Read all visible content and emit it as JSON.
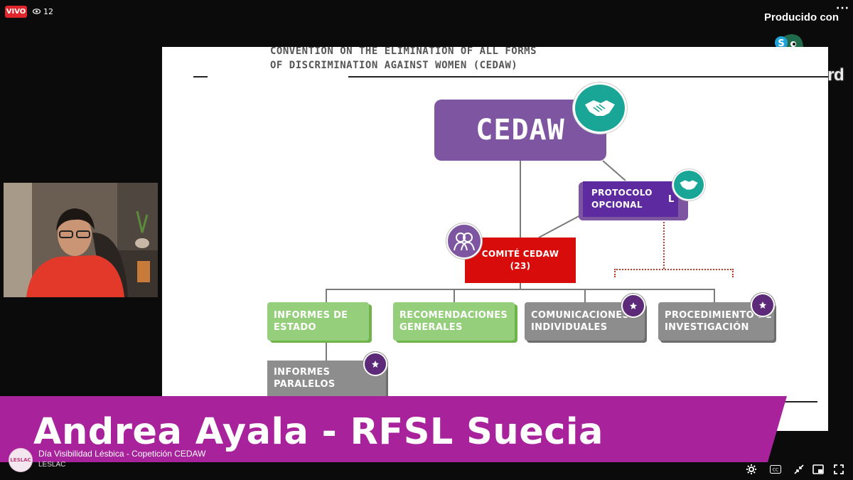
{
  "live": {
    "badge_label": "VIVO",
    "viewer_count": "12"
  },
  "branding": {
    "produced_by_label": "Producido con",
    "streamyard_wordmark": "StreamYard"
  },
  "slide": {
    "title_line1": "CONVENTION ON THE ELIMINATION OF ALL FORMS",
    "title_line2": "OF DISCRIMINATION AGAINST WOMEN (CEDAW)",
    "cedaw_label": "CEDAW",
    "protocolo_line1": "PROTOCOLO",
    "protocolo_line2": "OPCIONAL",
    "protocolo_suffix": "L",
    "comite_line1": "COMITÉ CEDAW",
    "comite_line2": "(23)",
    "leaves": {
      "informes_estado": [
        "INFORMES DE",
        "ESTADO"
      ],
      "recomendaciones": [
        "RECOMENDACIONES",
        "GENERALES"
      ],
      "comunicaciones": [
        "COMUNICACIONES",
        "INDIVIDUALES"
      ],
      "procedimiento": [
        "PROCEDIMIENTO DE",
        "INVESTIGACIÓN"
      ],
      "informes_paralelos": [
        "INFORMES",
        "PARALELOS"
      ]
    }
  },
  "banner": {
    "speaker_name": "Andrea Ayala - RFSL Suecia",
    "stream_title": "Día Visibilidad Lésbica - Copetición CEDAW",
    "channel_name": "LESLAC",
    "avatar_text": "LESLAC"
  },
  "controls": [
    "settings-icon",
    "captions-icon",
    "collapse-icon",
    "picture-in-picture-icon",
    "fullscreen-icon"
  ],
  "colors": {
    "live_red": "#e0262d",
    "cedaw_purple": "#7d55a0",
    "protocolo_purple": "#5d2aa0",
    "comite_red": "#d90c0c",
    "green_box": "#95cf7c",
    "gray_box": "#8d8d8d",
    "teal_badge": "#19a697",
    "banner_magenta": "#a8229c"
  }
}
